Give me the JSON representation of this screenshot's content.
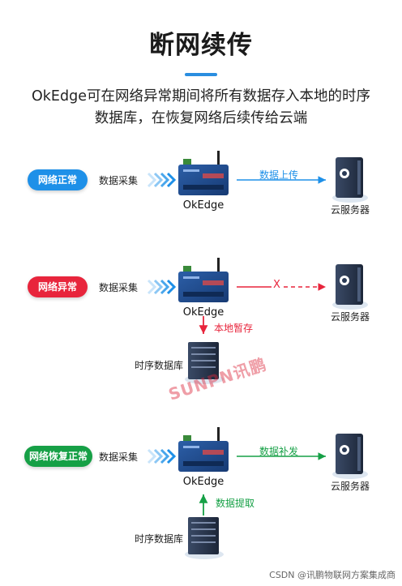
{
  "header": {
    "title": "断网续传",
    "subtitle_line1": "OkEdge可在网络异常期间将所有数据存入本地的时序",
    "subtitle_line2": "数据库，在恢复网络后续传给云端"
  },
  "colors": {
    "blue": "#1e90e8",
    "red": "#e8253c",
    "green": "#16a046",
    "accent": "#2a8ee0"
  },
  "scenarios": [
    {
      "status": "网络正常",
      "collect": "数据采集",
      "device": "OkEdge",
      "flow": "数据上传",
      "cloud": "云服务器"
    },
    {
      "status": "网络异常",
      "collect": "数据采集",
      "device": "OkEdge",
      "fail_mark": "X",
      "store": "本地暂存",
      "db": "时序数据库",
      "cloud": "云服务器"
    },
    {
      "status": "网络恢复正常",
      "collect": "数据采集",
      "device": "OkEdge",
      "flow": "数据补发",
      "fetch": "数据提取",
      "db": "时序数据库",
      "cloud": "云服务器"
    }
  ],
  "watermark": "SUNPN讯鹏",
  "footer": "CSDN @讯鹏物联网方案集成商"
}
